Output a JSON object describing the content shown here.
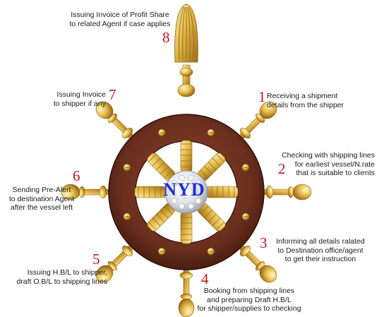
{
  "hub_label": "NYD",
  "colors": {
    "wood": "#6b2f1e",
    "wood_dark": "#3e170c",
    "gold": "#e2b94a",
    "gold_dark": "#a8791e",
    "number_red": "#c0141b",
    "hub_text_blue": "#1d2fd6"
  },
  "steps": [
    {
      "number": "1",
      "lines": [
        "Receiving a shipment",
        "details from the shipper"
      ]
    },
    {
      "number": "2",
      "lines": [
        "Checking with shipping lines",
        "for earliest vessel/N.rate",
        "that is suitable to clients"
      ]
    },
    {
      "number": "3",
      "lines": [
        "Informing all details ralated",
        "to Destination office/agent",
        "to get their instruction"
      ]
    },
    {
      "number": "4",
      "lines": [
        "Booking from shipping lines",
        "and preparing Draft H.B/L",
        "for shipper/supplies to checking"
      ]
    },
    {
      "number": "5",
      "lines": [
        "Issuing H.B/L to shipper,",
        "draft O.B/L to shipping lines"
      ]
    },
    {
      "number": "6",
      "lines": [
        "Sending Pre-Alert",
        "to destination Agent",
        "after the vessel left"
      ]
    },
    {
      "number": "7",
      "lines": [
        "Issuing Invoice",
        "to shipper if any"
      ]
    },
    {
      "number": "8",
      "lines": [
        "Issuing Invoice of Profit Share",
        "to related Agent if case applies"
      ]
    }
  ]
}
